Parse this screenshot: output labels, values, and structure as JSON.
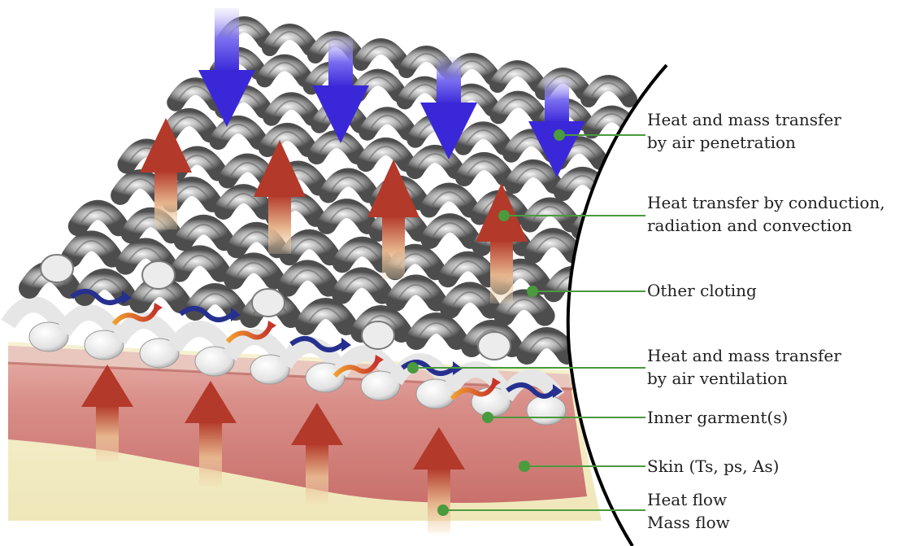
{
  "labels": {
    "air_penetration": [
      "Heat and mass transfer",
      "by air penetration"
    ],
    "conduction": [
      "Heat transfer by conduction,",
      "radiation and convection"
    ],
    "other_clothing": [
      "Other cloting"
    ],
    "air_ventilation": [
      "Heat and mass transfer",
      "by air ventilation"
    ],
    "inner_garment": [
      "Inner garment(s)"
    ],
    "skin": [
      "Skin (Ts, ps, As)"
    ],
    "flows": [
      "Heat flow",
      "Mass flow"
    ]
  },
  "colors": {
    "leader_line": "#4a9a3e",
    "heat_arrow": "#b3392a",
    "air_arrow": "#3a28d8",
    "ventilation_arrow": "#26308f",
    "fabric": "#8d8d8d",
    "skin": "#d98f89",
    "skin_base": "#f4efc8",
    "body_curve": "#000000"
  }
}
